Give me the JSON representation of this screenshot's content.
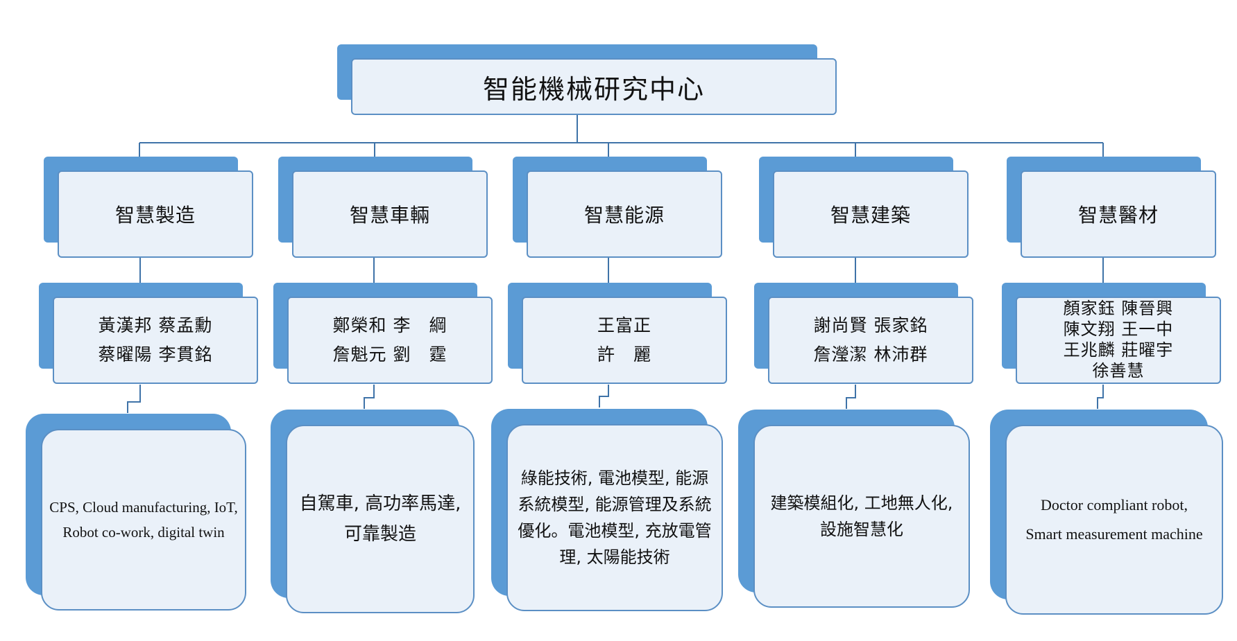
{
  "root": {
    "title": "智能機械研究中心"
  },
  "columns": [
    {
      "category": "智慧製造",
      "people": [
        "黃漢邦 蔡孟勳",
        "蔡曜陽 李貫銘"
      ],
      "topics": [
        "CPS, Cloud manufacturing, IoT,",
        "Robot co-work, digital twin"
      ]
    },
    {
      "category": "智慧車輛",
      "people": [
        "鄭榮和 李　綱",
        "詹魁元 劉　霆"
      ],
      "topics": [
        "自駕車, 高功率馬達,",
        "可靠製造"
      ]
    },
    {
      "category": "智慧能源",
      "people": [
        "王富正",
        "許　麗"
      ],
      "topics": [
        "綠能技術, 電池模型, 能源",
        "系統模型, 能源管理及系統",
        "優化。電池模型, 充放電管",
        "理, 太陽能技術"
      ]
    },
    {
      "category": "智慧建築",
      "people": [
        "謝尚賢 張家銘",
        "詹瀅潔 林沛群"
      ],
      "topics": [
        "建築模組化, 工地無人化,",
        "設施智慧化"
      ]
    },
    {
      "category": "智慧醫材",
      "people": [
        "顏家鈺 陳晉興",
        "陳文翔 王一中",
        "王兆麟 莊曜宇",
        "徐善慧"
      ],
      "topics": [
        "Doctor compliant robot,",
        "Smart measurement machine"
      ]
    }
  ]
}
